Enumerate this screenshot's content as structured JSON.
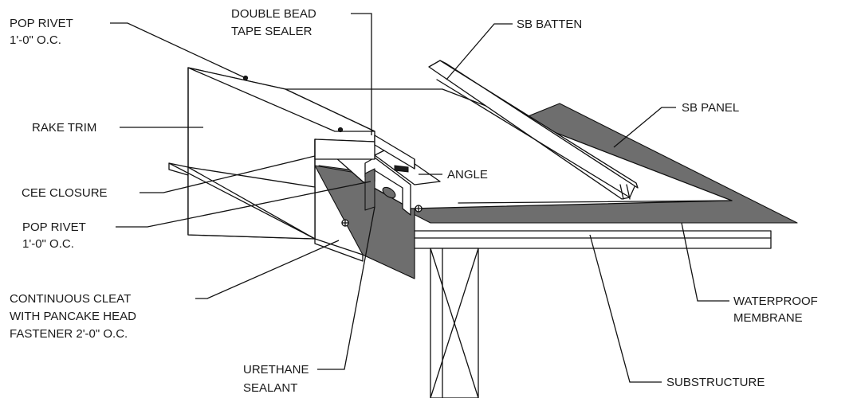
{
  "labels": {
    "pop_rivet_top": [
      "POP RIVET",
      "1'-0\" O.C."
    ],
    "double_bead": [
      "DOUBLE BEAD",
      "TAPE SEALER"
    ],
    "sb_batten": "SB BATTEN",
    "rake_trim": "RAKE TRIM",
    "sb_panel": "SB PANEL",
    "angle": "ANGLE",
    "cee_closure": "CEE CLOSURE",
    "pop_rivet_mid": [
      "POP RIVET",
      "1'-0\" O.C."
    ],
    "continuous_cleat": [
      "CONTINUOUS CLEAT",
      "WITH PANCAKE HEAD",
      "FASTENER 2'-0\" O.C."
    ],
    "waterproof_membrane": [
      "WATERPROOF",
      "MEMBRANE"
    ],
    "urethane_sealant": [
      "URETHANE",
      "SEALANT"
    ],
    "substructure": "SUBSTRUCTURE"
  }
}
